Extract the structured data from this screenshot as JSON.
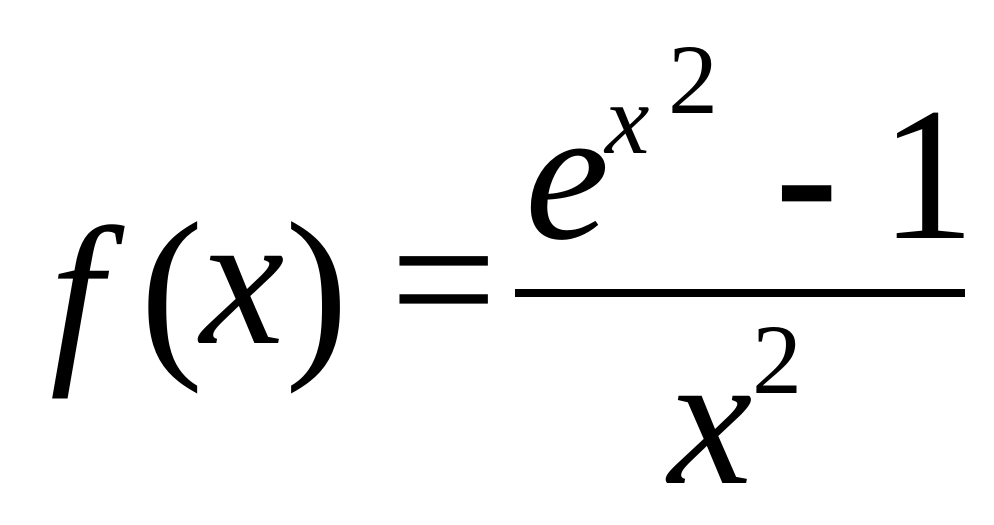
{
  "formula": {
    "f": "f",
    "lparen": "(",
    "x": "x",
    "rparen": ")",
    "equals": "=",
    "num_base": "e",
    "num_exp_base": "x",
    "num_exp_power": "2",
    "minus": "-",
    "one": "1",
    "den_base": "x",
    "den_power": "2"
  }
}
